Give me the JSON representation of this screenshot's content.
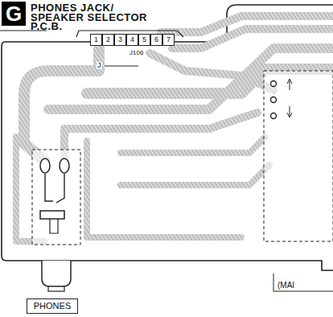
{
  "diagram": {
    "title": "PHONES JACK/ SPEAKER SELECTOR P.C.B.",
    "nodes": [
      {
        "text": [
          "G"
        ]
      },
      {
        "text": [
          "1"
        ]
      },
      {
        "text": [
          "2"
        ]
      },
      {
        "text": [
          "3"
        ]
      },
      {
        "text": [
          "4"
        ]
      },
      {
        "text": [
          "5"
        ]
      },
      {
        "text": [
          "6"
        ]
      },
      {
        "text": [
          "7"
        ]
      },
      {
        "text": [
          "PHONES"
        ]
      }
    ],
    "labels": [
      "J106",
      "J",
      "(MAI"
    ]
  }
}
